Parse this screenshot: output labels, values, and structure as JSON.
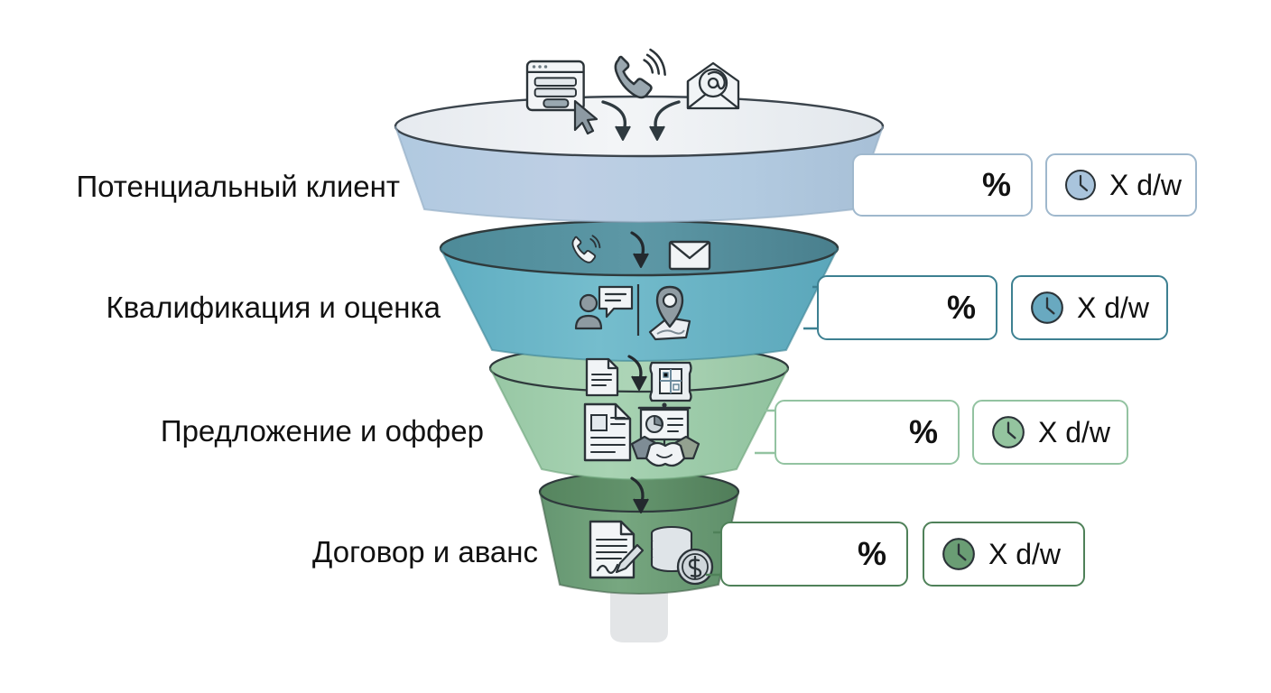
{
  "diagram": {
    "title": "Sales funnel stages",
    "stages": [
      {
        "label": "Потенциальный клиент",
        "conversion_label": "%",
        "time_label": "X d/w",
        "body_color": "#b5cde2",
        "rim_color": "#eceff3",
        "border_color": "#9fb8cd",
        "clock_color": "#a9c4dc",
        "icons": [
          "web-form-icon",
          "cursor-icon",
          "ringing-phone-icon",
          "email-at-icon",
          "curved-arrow-icon",
          "curved-arrow-icon"
        ]
      },
      {
        "label": "Квалификация и оценка",
        "conversion_label": "%",
        "time_label": "X d/w",
        "body_color": "#68b3c6",
        "rim_color": "#56919f",
        "border_color": "#3d8091",
        "clock_color": "#69a9c0",
        "icons": [
          "ringing-phone-icon",
          "curved-arrow-icon",
          "envelope-icon",
          "person-chat-icon",
          "map-pin-icon"
        ]
      },
      {
        "label": "Предложение и оффер",
        "conversion_label": "%",
        "time_label": "X d/w",
        "body_color": "#9ccaa8",
        "rim_color": "#a8cdb2",
        "border_color": "#93c3a1",
        "clock_color": "#94c49f",
        "icons": [
          "document-icon",
          "curved-arrow-icon",
          "blueprint-icon",
          "document-page-icon",
          "presentation-chart-icon",
          "handshake-icon"
        ]
      },
      {
        "label": "Договор и аванс",
        "conversion_label": "%",
        "time_label": "X d/w",
        "body_color": "#6c9d74",
        "rim_color": "#5d8c66",
        "border_color": "#4f8159",
        "clock_color": "#6a9d74",
        "icons": [
          "curved-arrow-icon",
          "signed-contract-icon",
          "coins-dollar-icon"
        ]
      }
    ],
    "spout": {
      "name": "funnel-spout",
      "color": "#e2e4e6"
    }
  }
}
